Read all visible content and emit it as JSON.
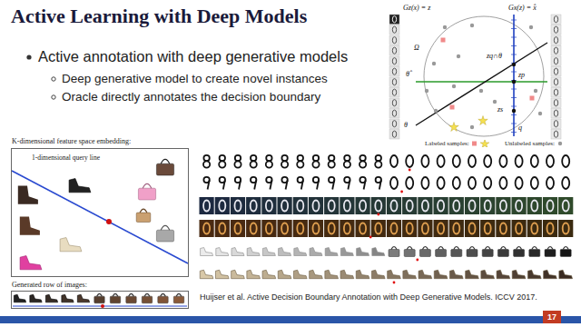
{
  "diagram": {
    "title": "Active Learning with Deep Models",
    "nodes": [
      {
        "text": [
          "K-dimensional feature space embedding:",
          "1-dimensional query line"
        ]
      },
      {
        "text": [
          "Generated row of images:"
        ]
      }
    ],
    "labels": [
      "Active annotation with deep generative models",
      "Deep generative model to create novel instances",
      "Oracle directly annotates the decision boundary",
      "Gz(x) = z",
      "Gx(z) = x̂",
      "Ω",
      "θ̂",
      "θ",
      "zq∩θ",
      "zp",
      "zs",
      "q",
      "Huijser et al. Active Decision Boundary Annotation with Deep Generative Models. ICCV 2017.",
      "17"
    ],
    "legend": [
      {
        "text": "Labeled samples:"
      },
      {
        "text": "Unlabeled samples:"
      }
    ]
  }
}
